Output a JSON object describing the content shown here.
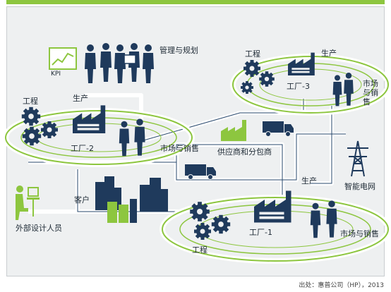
{
  "labels": {
    "kpi": "KPI",
    "management": "管理与规划",
    "engineering_top": "工程",
    "production_top": "生产",
    "factory3": "工厂-3",
    "marketing3": "市场与销售",
    "engineering_left": "工程",
    "production_left": "生产",
    "factory2": "工厂-2",
    "marketing2": "市场与销售",
    "supplier": "供应商和分包商",
    "smart_grid": "智能电网",
    "customer": "客户",
    "production_bottom": "生产",
    "factory1": "工厂-1",
    "marketing1": "市场与销售",
    "engineering_bottom": "工程",
    "designer": "外部设计人员"
  },
  "source": "出处：惠普公司（HP），2013",
  "colors": {
    "navy": "#1f3a5c",
    "green": "#8dc63f",
    "road": "#ffffff",
    "background": "#eef0f1"
  }
}
